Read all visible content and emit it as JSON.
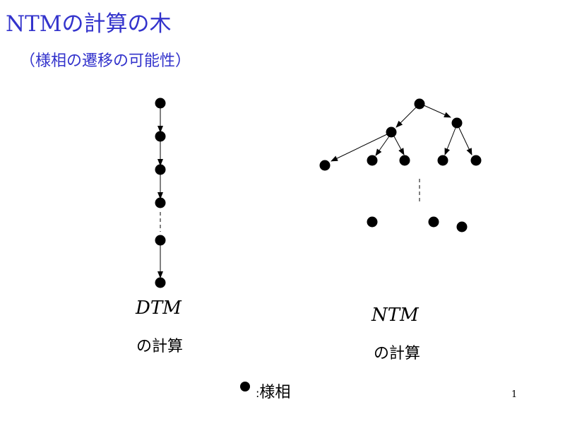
{
  "title": "NTMの計算の木",
  "subtitle": "（様相の遷移の可能性）",
  "dtm": {
    "label": "DTM",
    "caption": "の計算"
  },
  "ntm": {
    "label": "NTM",
    "caption": "の計算"
  },
  "legend": {
    "separator": ":",
    "text": "様相"
  },
  "page_number": "1"
}
